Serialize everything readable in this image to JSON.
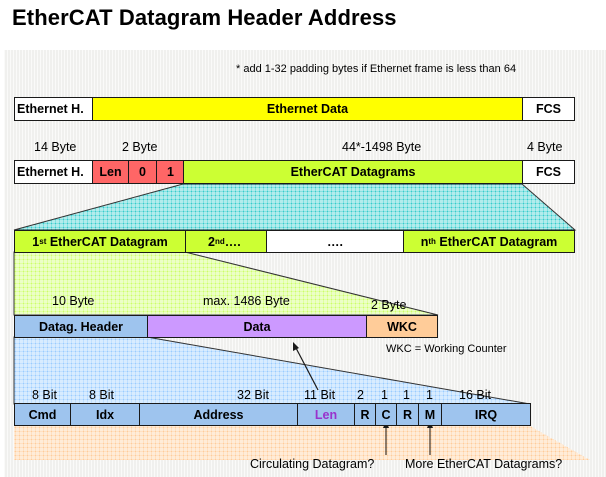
{
  "title": "EtherCAT Datagram Header Address",
  "padding_note": "* add 1-32 padding bytes if Ethernet frame is less than 64",
  "row1": {
    "eth_header": "Ethernet H.",
    "eth_data": "Ethernet Data",
    "fcs": "FCS"
  },
  "sizes1": {
    "eth_header": "14 Byte",
    "len": "2 Byte",
    "data": "44*-1498 Byte",
    "fcs": "4 Byte"
  },
  "row2": {
    "eth_header": "Ethernet H.",
    "len": "Len",
    "zero": "0",
    "one": "1",
    "datagrams": "EtherCAT Datagrams",
    "fcs": "FCS"
  },
  "row3": {
    "first_prefix": "1",
    "first_sup": "st",
    "first_rest": " EtherCAT Datagram",
    "second_prefix": "2",
    "second_sup": "nd",
    "second_rest": "….",
    "dots": "….",
    "nth_prefix": "n",
    "nth_sup": "th",
    "nth_rest": " EtherCAT Datagram"
  },
  "sizes2": {
    "header": "10 Byte",
    "data": "max. 1486 Byte",
    "wkc": "2 Byte"
  },
  "row4": {
    "header": "Datag. Header",
    "data": "Data",
    "wkc": "WKC"
  },
  "wkc_note": "WKC = Working Counter",
  "bits": {
    "cmd": "8 Bit",
    "idx": "8 Bit",
    "address": "32 Bit",
    "len": "11 Bit",
    "r": "2",
    "c": "1",
    "r2": "1",
    "m": "1",
    "irq": "16 Bit"
  },
  "row5": {
    "cmd": "Cmd",
    "idx": "Idx",
    "address": "Address",
    "len": "Len",
    "r": "R",
    "c": "C",
    "r2": "R",
    "m": "M",
    "irq": "IRQ"
  },
  "footnotes": {
    "circulating": "Circulating Datagram?",
    "more": "More EtherCAT Datagrams?"
  },
  "colors": {
    "yellow": "#ffff00",
    "lime": "#ccff33",
    "red": "#ff6666",
    "blue": "#9ec4ee",
    "purple": "#cc99ff",
    "orange": "#ffcc99",
    "len_text": "#9933cc",
    "arrow": "#333399"
  }
}
